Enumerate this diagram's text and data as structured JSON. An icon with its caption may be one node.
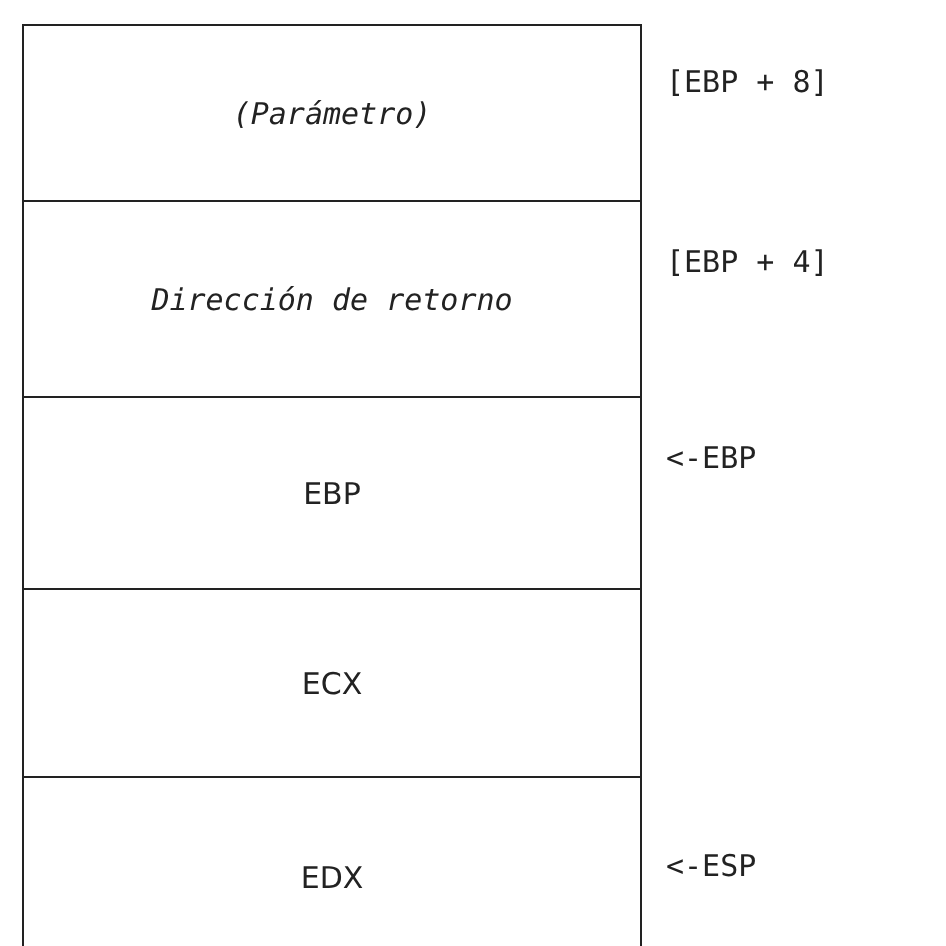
{
  "diagram": {
    "nodes": [
      {
        "text": [
          "(Parámetro)"
        ],
        "beside": [
          "[EBP + 8]"
        ]
      },
      {
        "text": [
          "Dirección de retorno"
        ],
        "beside": [
          "[EBP + 4]"
        ]
      },
      {
        "text": [
          "EBP"
        ],
        "beside": [
          "<-EBP"
        ]
      },
      {
        "text": [
          "ECX"
        ]
      },
      {
        "text": [
          "EDX"
        ],
        "beside": [
          "<-ESP"
        ]
      }
    ]
  }
}
